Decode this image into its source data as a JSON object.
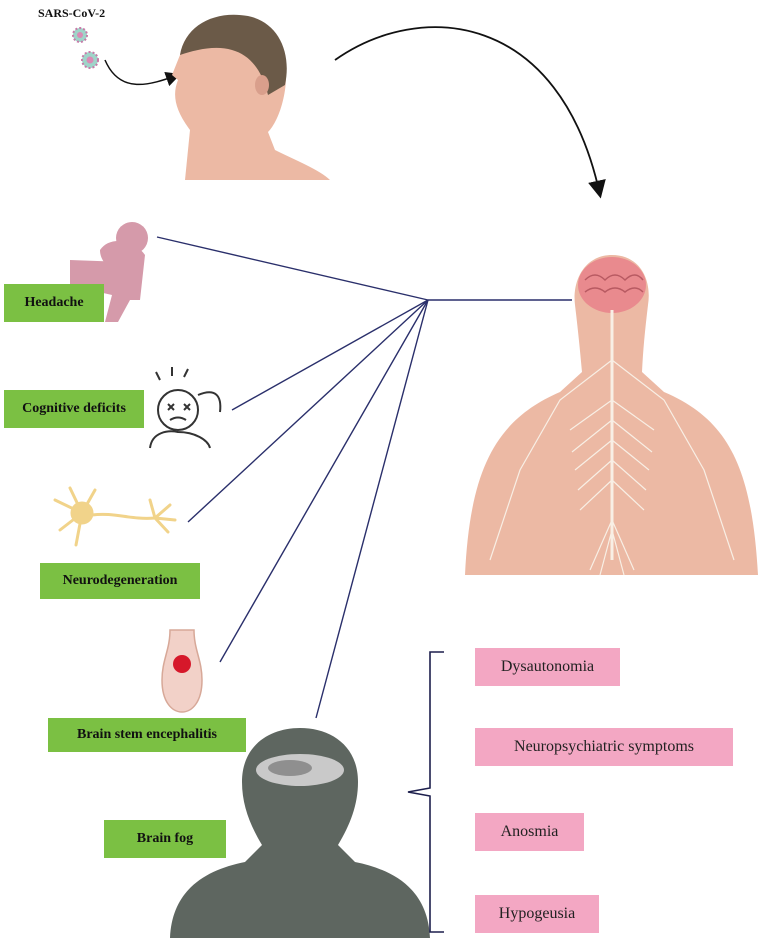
{
  "virus_label": "SARS-CoV-2",
  "symptoms_left": [
    {
      "label": "Headache",
      "icon": "crouching-person-icon"
    },
    {
      "label": "Cognitive deficits",
      "icon": "confused-face-icon"
    },
    {
      "label": "Neurodegeneration",
      "icon": "neuron-icon"
    },
    {
      "label": "Brain stem encephalitis",
      "icon": "brainstem-icon"
    },
    {
      "label": "Brain fog",
      "icon": "foggy-head-silhouette-icon"
    }
  ],
  "symptoms_right": [
    "Dysautonomia",
    "Neuropsychiatric symptoms",
    "Anosmia",
    "Hypogeusia"
  ],
  "colors": {
    "green_label": "#7bc043",
    "pink_label": "#f3a7c3",
    "skin": "#ecb9a4",
    "silhouette": "#5e6660"
  }
}
